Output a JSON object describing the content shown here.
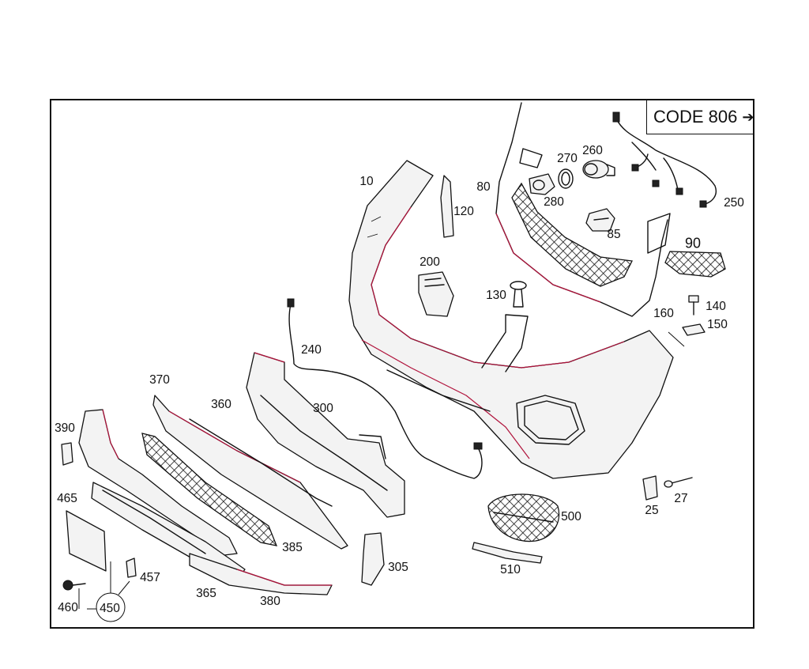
{
  "code_label": "CODE 806",
  "code_arrow": "➔",
  "callouts": {
    "p10": "10",
    "p25": "25",
    "p27": "27",
    "p80": "80",
    "p85": "85",
    "p90": "90",
    "p120": "120",
    "p130": "130",
    "p140": "140",
    "p150": "150",
    "p160": "160",
    "p200": "200",
    "p240": "240",
    "p250": "250",
    "p260": "260",
    "p270": "270",
    "p280": "280",
    "p300": "300",
    "p305": "305",
    "p360": "360",
    "p365": "365",
    "p370": "370",
    "p380": "380",
    "p385": "385",
    "p390": "390",
    "p450": "450",
    "p457": "457",
    "p460": "460",
    "p465": "465",
    "p500": "500",
    "p510": "510"
  },
  "colors": {
    "line": "#111111",
    "accent_edge": "#b0123b",
    "background": "#ffffff"
  }
}
